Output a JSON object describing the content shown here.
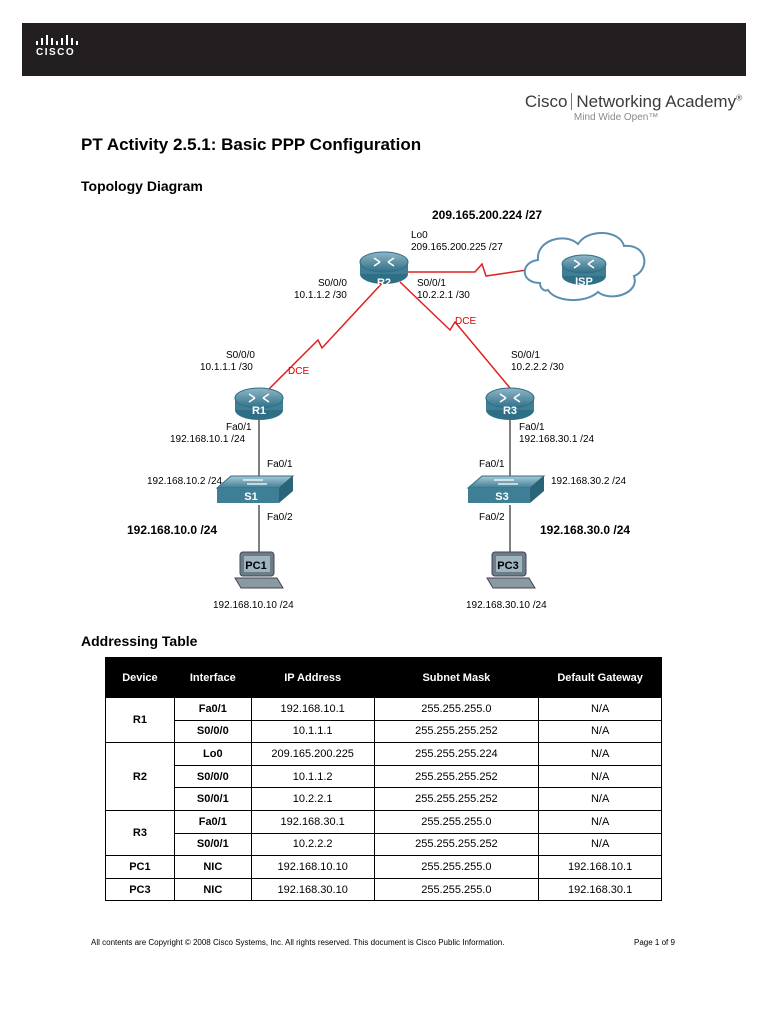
{
  "header": {
    "cisco_logo_text": "CISCO",
    "academy_brand": "Cisco",
    "academy_name": "Networking Academy",
    "academy_mark": "®",
    "academy_tagline": "Mind Wide Open™"
  },
  "title": "PT Activity 2.5.1: Basic PPP Configuration",
  "topology": {
    "heading": "Topology Diagram",
    "isp_network": "209.165.200.224 /27",
    "r2_lo0_name": "Lo0",
    "r2_lo0_ip": "209.165.200.225 /27",
    "r2_s000_name": "S0/0/0",
    "r2_s000_ip": "10.1.1.2 /30",
    "r2_s001_name": "S0/0/1",
    "r2_s001_ip": "10.2.2.1 /30",
    "dce_r2_r3": "DCE",
    "r1_s000_name": "S0/0/0",
    "r1_s000_ip": "10.1.1.1 /30",
    "dce_r1_r2": "DCE",
    "r3_s001_name": "S0/0/1",
    "r3_s001_ip": "10.2.2.2 /30",
    "r1_fa01_name": "Fa0/1",
    "r1_fa01_ip": "192.168.10.1 /24",
    "r3_fa01_name": "Fa0/1",
    "r3_fa01_ip": "192.168.30.1 /24",
    "s1_fa01": "Fa0/1",
    "s1_ip": "192.168.10.2 /24",
    "s1_fa02": "Fa0/2",
    "s3_fa01": "Fa0/1",
    "s3_ip": "192.168.30.2 /24",
    "s3_fa02": "Fa0/2",
    "lan1": "192.168.10.0 /24",
    "lan3": "192.168.30.0 /24",
    "pc1_ip": "192.168.10.10 /24",
    "pc3_ip": "192.168.30.10 /24",
    "labels": {
      "r1": "R1",
      "r2": "R2",
      "r3": "R3",
      "s1": "S1",
      "s3": "S3",
      "pc1": "PC1",
      "pc3": "PC3",
      "isp": "ISP"
    }
  },
  "addressing": {
    "heading": "Addressing Table",
    "columns": [
      "Device",
      "Interface",
      "IP Address",
      "Subnet Mask",
      "Default Gateway"
    ],
    "rows": [
      {
        "device": "R1",
        "interface": "Fa0/1",
        "ip": "192.168.10.1",
        "mask": "255.255.255.0",
        "gateway": "N/A"
      },
      {
        "device": "",
        "interface": "S0/0/0",
        "ip": "10.1.1.1",
        "mask": "255.255.255.252",
        "gateway": "N/A"
      },
      {
        "device": "R2",
        "interface": "Lo0",
        "ip": "209.165.200.225",
        "mask": "255.255.255.224",
        "gateway": "N/A"
      },
      {
        "device": "",
        "interface": "S0/0/0",
        "ip": "10.1.1.2",
        "mask": "255.255.255.252",
        "gateway": "N/A"
      },
      {
        "device": "",
        "interface": "S0/0/1",
        "ip": "10.2.2.1",
        "mask": "255.255.255.252",
        "gateway": "N/A"
      },
      {
        "device": "R3",
        "interface": "Fa0/1",
        "ip": "192.168.30.1",
        "mask": "255.255.255.0",
        "gateway": "N/A"
      },
      {
        "device": "",
        "interface": "S0/0/1",
        "ip": "10.2.2.2",
        "mask": "255.255.255.252",
        "gateway": "N/A"
      },
      {
        "device": "PC1",
        "interface": "NIC",
        "ip": "192.168.10.10",
        "mask": "255.255.255.0",
        "gateway": "192.168.10.1"
      },
      {
        "device": "PC3",
        "interface": "NIC",
        "ip": "192.168.30.10",
        "mask": "255.255.255.0",
        "gateway": "192.168.30.1"
      }
    ]
  },
  "footer": {
    "copyright": "All contents are Copyright © 2008 Cisco Systems, Inc. All rights reserved. This document is Cisco Public Information.",
    "page": "Page 1 of 9"
  },
  "colors": {
    "header_bar": "#231f20",
    "serial_link": "#e02020",
    "router_body": "#2f6f86",
    "cloud_fill": "#ffffff"
  }
}
